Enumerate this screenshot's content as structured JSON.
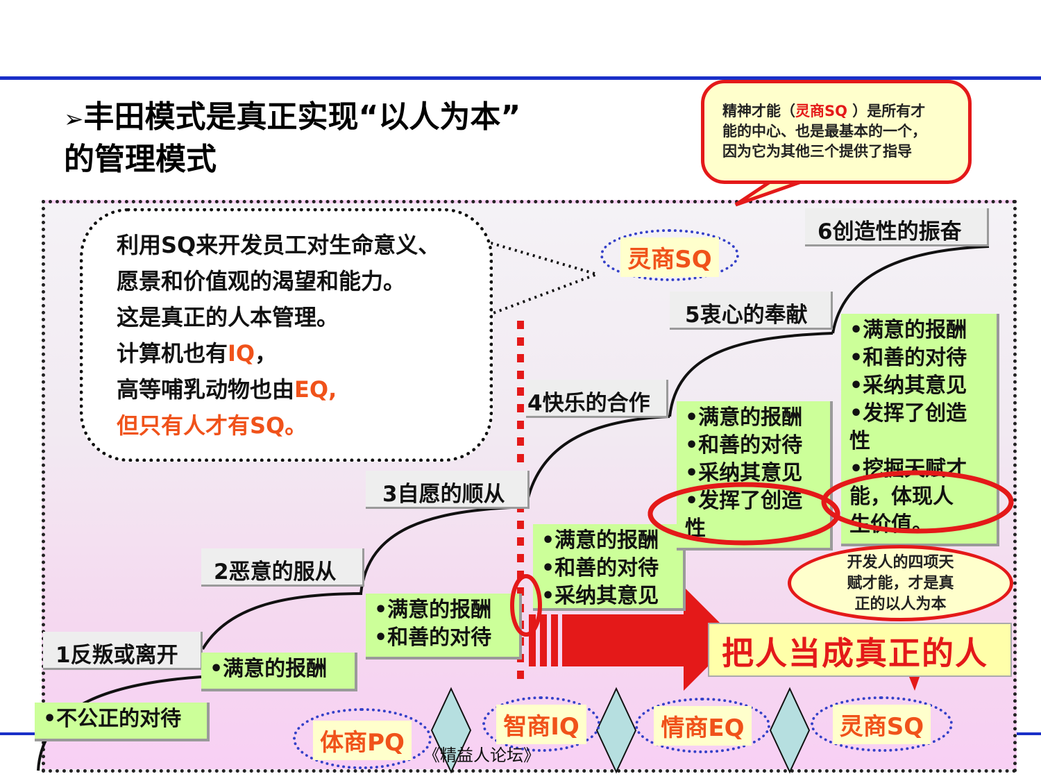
{
  "title": {
    "arrow": "➢",
    "line1": "丰田模式是真正实现“以人为本”",
    "line2": "的管理模式"
  },
  "speech_bubble": {
    "prefix": "精神才能（",
    "highlight": "灵商SQ",
    "suffix1": " ）是所有才",
    "line2": "能的中心、也是最基本的一个，",
    "line3": "因为它为其他三个提供了指导"
  },
  "thought_bubble": {
    "line1": "利用SQ来开发员工对生命意义、",
    "line2": "愿景和价值观的渴望和能力。",
    "line3": "这是真正的人本管理。",
    "line4_prefix": "计算机也有",
    "line4_hl": "IQ",
    "line4_suffix": "，",
    "line5_prefix": "高等哺乳动物也由",
    "line5_hl": "EQ,",
    "line6": "但只有人才有SQ。"
  },
  "steps": [
    "1反叛或离开",
    "2恶意的服从",
    "3自愿的顺从",
    "4快乐的合作",
    "5衷心的奉献",
    "6创造性的振奋"
  ],
  "green_boxes": {
    "b1": [
      "•不公正的对待"
    ],
    "b2": [
      "•满意的报酬"
    ],
    "b3": [
      "•满意的报酬",
      "•和善的对待"
    ],
    "b4": [
      "•满意的报酬",
      "•和善的对待",
      "•采纳其意见"
    ],
    "b5": [
      "•满意的报酬",
      "•和善的对待",
      "•采纳其意见",
      "•发挥了创造",
      "性"
    ],
    "b6": [
      "•满意的报酬",
      "•和善的对待",
      "•采纳其意见",
      "•发挥了创造",
      "性",
      "•挖掘天赋才",
      "能，体现人",
      "生价值。"
    ]
  },
  "ovals": {
    "top_sq": "灵商SQ",
    "pq": "体商PQ",
    "iq": "智商IQ",
    "eq": "情商EQ",
    "sq": "灵商SQ"
  },
  "callout2": [
    "开发人的四项天",
    "赋才能，才是真",
    "正的以人为本"
  ],
  "banner": "把人当成真正的人",
  "footer": "《精益人论坛》",
  "colors": {
    "accent_red": "#e41919",
    "orange": "#f0521a",
    "green": "#ccff99",
    "blue_line": "#1a2fc8"
  }
}
